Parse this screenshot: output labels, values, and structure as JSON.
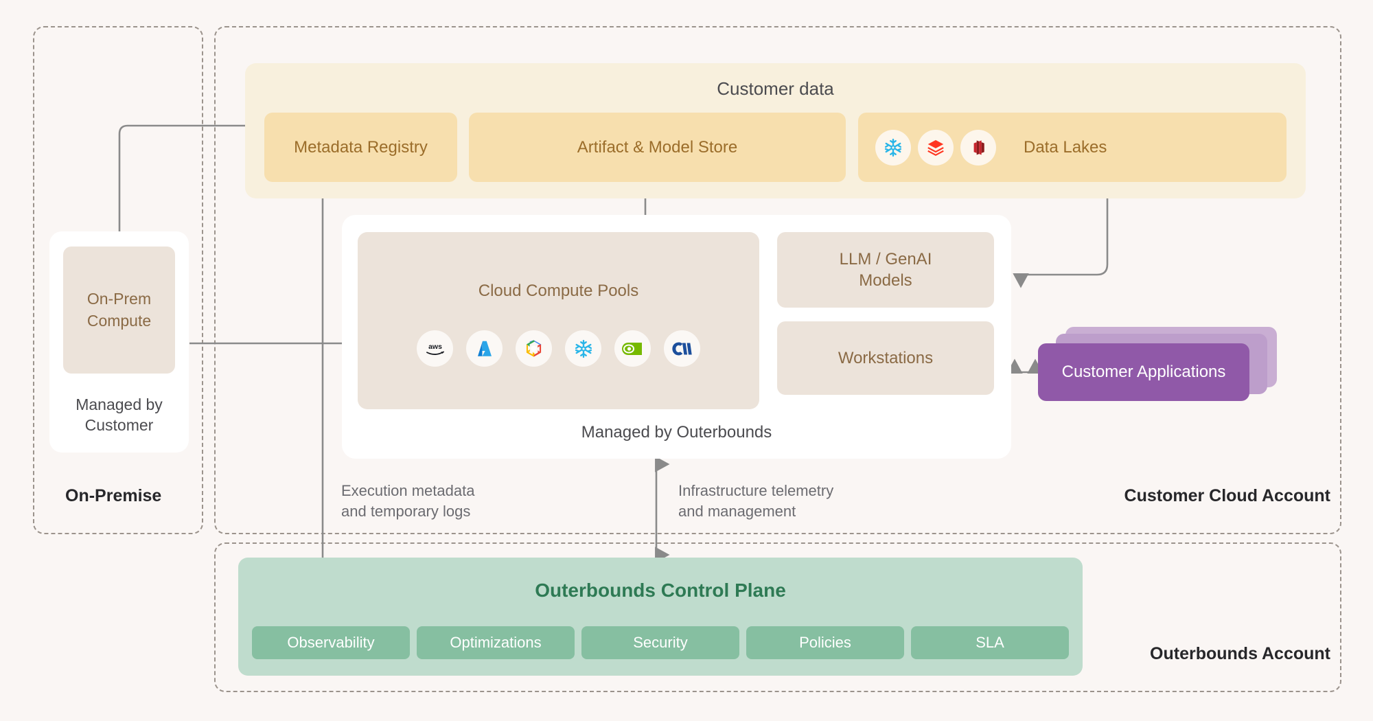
{
  "zones": [
    {
      "key": "on_premise",
      "label": "On-Premise"
    },
    {
      "key": "customer_cloud",
      "label": "Customer Cloud Account"
    },
    {
      "key": "outerbounds",
      "label": "Outerbounds Account"
    }
  ],
  "zone_labels": {
    "on_premise": "On-Premise",
    "customer_cloud": "Customer Cloud Account",
    "outerbounds": "Outerbounds Account"
  },
  "customer_data": {
    "title": "Customer data",
    "boxes": [
      {
        "key": "metadata_registry",
        "label": "Metadata Registry"
      },
      {
        "key": "artifact_model_store",
        "label": "Artifact & Model Store"
      },
      {
        "key": "data_lakes",
        "label": "Data Lakes"
      }
    ],
    "data_lake_icons": [
      {
        "name": "snowflake-icon",
        "label": "Snowflake",
        "color": "#29b5e8"
      },
      {
        "name": "databricks-icon",
        "label": "Databricks",
        "color": "#ff3621"
      },
      {
        "name": "redshift-icon",
        "label": "Amazon Redshift",
        "color": "#c8252d"
      }
    ]
  },
  "managed_panel": {
    "compute_pools_title": "Cloud Compute Pools",
    "managed_by": "Managed by Outerbounds",
    "compute_icons": [
      {
        "name": "aws-icon",
        "label": "AWS",
        "color": "#111111"
      },
      {
        "name": "azure-icon",
        "label": "Microsoft Azure",
        "color": "#0f7fd4"
      },
      {
        "name": "google-cloud-icon",
        "label": "Google Cloud",
        "color": "#4285f4"
      },
      {
        "name": "snowflake-icon",
        "label": "Snowflake",
        "color": "#29b5e8"
      },
      {
        "name": "nvidia-icon",
        "label": "NVIDIA",
        "color": "#76b900"
      },
      {
        "name": "coreweave-icon",
        "label": "CoreWeave",
        "color": "#1c4f9c"
      }
    ],
    "side_boxes": [
      {
        "key": "llm_genai_models",
        "label": "LLM / GenAI\nModels"
      },
      {
        "key": "workstations",
        "label": "Workstations"
      }
    ]
  },
  "on_prem": {
    "compute_label": "On-Prem\nCompute",
    "managed_by": "Managed by\nCustomer"
  },
  "customer_applications": {
    "label": "Customer Applications"
  },
  "control_plane": {
    "title": "Outerbounds Control Plane",
    "pills": [
      {
        "key": "observability",
        "label": "Observability"
      },
      {
        "key": "optimizations",
        "label": "Optimizations"
      },
      {
        "key": "security",
        "label": "Security"
      },
      {
        "key": "policies",
        "label": "Policies"
      },
      {
        "key": "sla",
        "label": "SLA"
      }
    ]
  },
  "annotations": [
    {
      "key": "execution_metadata",
      "text": "Execution metadata\nand temporary logs"
    },
    {
      "key": "infrastructure_telemetry",
      "text": "Infrastructure telemetry\nand management"
    }
  ],
  "annotation_map": {
    "execution_metadata": "Execution metadata\nand temporary logs",
    "infrastructure_telemetry": "Infrastructure telemetry\nand management"
  },
  "colors": {
    "background": "#faf6f4",
    "customer_data_panel": "#f8f0dd",
    "customer_data_box": "#f7dfae",
    "customer_data_text": "#9b6d2a",
    "compute_box": "#ece3da",
    "compute_text": "#8a6a45",
    "control_plane": "#bfdccd",
    "control_plane_pill": "#86bfa1",
    "control_plane_title": "#2e7a54",
    "customer_app": "#9059a8",
    "zone_border": "#9b938c",
    "connector": "#7d7d7d"
  }
}
